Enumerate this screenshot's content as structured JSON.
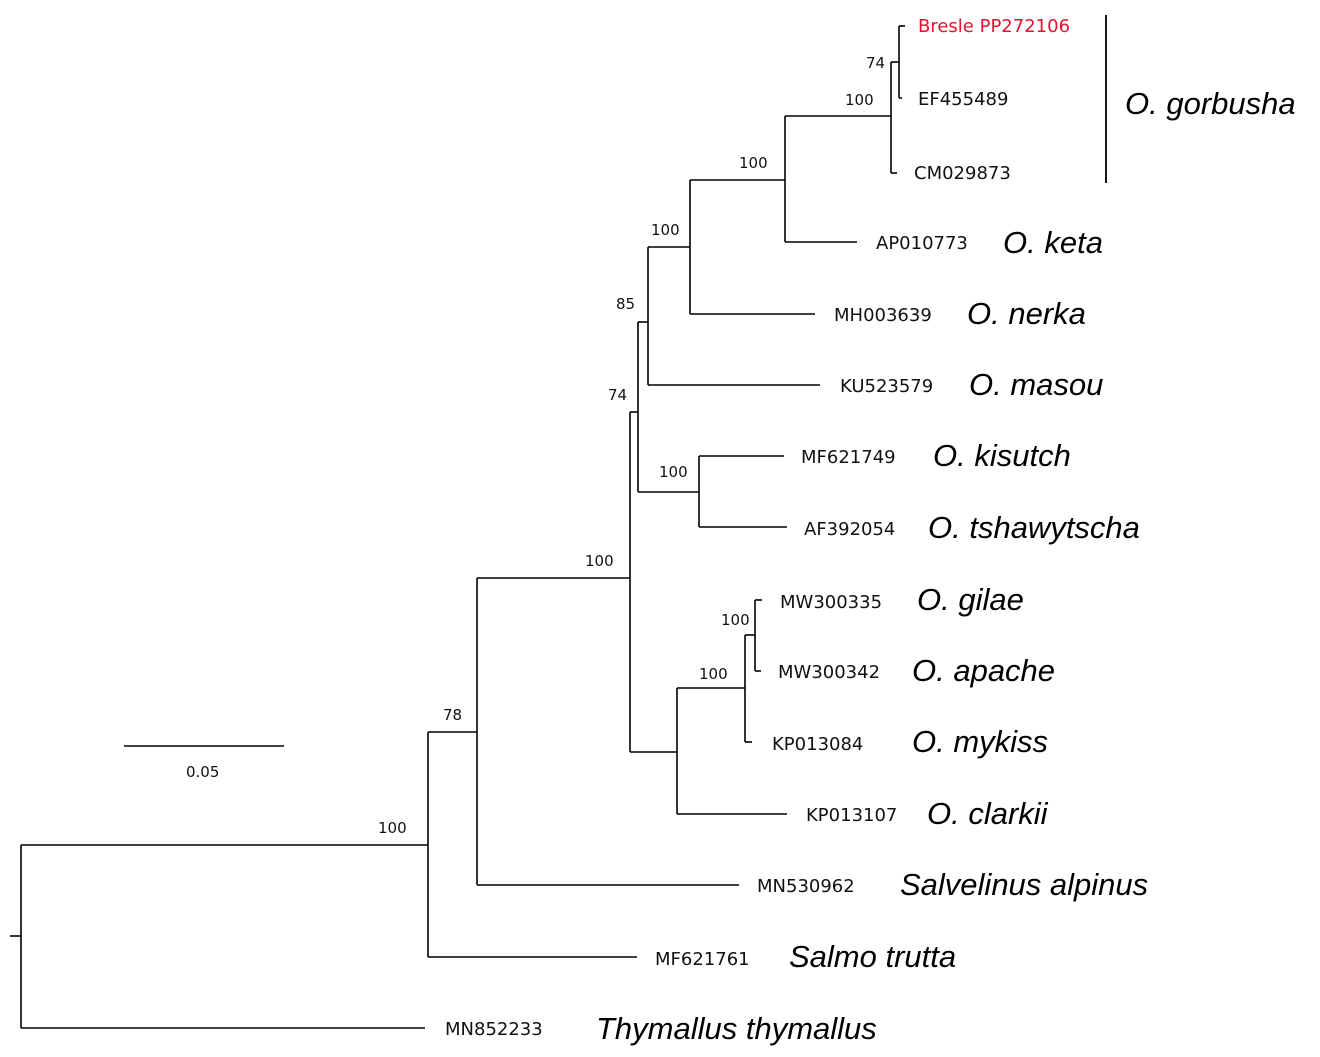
{
  "tree": {
    "leaves": [
      {
        "accession": "Bresle PP272106",
        "species": "",
        "highlight": true
      },
      {
        "accession": "EF455489",
        "species": ""
      },
      {
        "accession": "CM029873",
        "species": ""
      },
      {
        "accession": "AP010773",
        "species": "O. keta"
      },
      {
        "accession": "MH003639",
        "species": "O. nerka"
      },
      {
        "accession": "KU523579",
        "species": "O. masou"
      },
      {
        "accession": "MF621749",
        "species": "O. kisutch"
      },
      {
        "accession": "AF392054",
        "species": "O. tshawytscha"
      },
      {
        "accession": "MW300335",
        "species": "O. gilae"
      },
      {
        "accession": "MW300342",
        "species": "O. apache"
      },
      {
        "accession": "KP013084",
        "species": "O. mykiss"
      },
      {
        "accession": "KP013107",
        "species": "O. clarkii"
      },
      {
        "accession": "MN530962",
        "species": "Salvelinus alpinus"
      },
      {
        "accession": "MF621761",
        "species": "Salmo trutta"
      },
      {
        "accession": "MN852233",
        "species": "Thymallus thymallus"
      }
    ],
    "clade_labels": [
      {
        "label": "O. gorbusha"
      }
    ],
    "support_values": [
      "74",
      "100",
      "100",
      "100",
      "85",
      "74",
      "100",
      "100",
      "100",
      "100",
      "78",
      "100"
    ],
    "scale_bar": {
      "label": "0.05",
      "value": 0.05
    },
    "colors": {
      "branch": "#000000",
      "highlight": "#e8112d"
    }
  }
}
